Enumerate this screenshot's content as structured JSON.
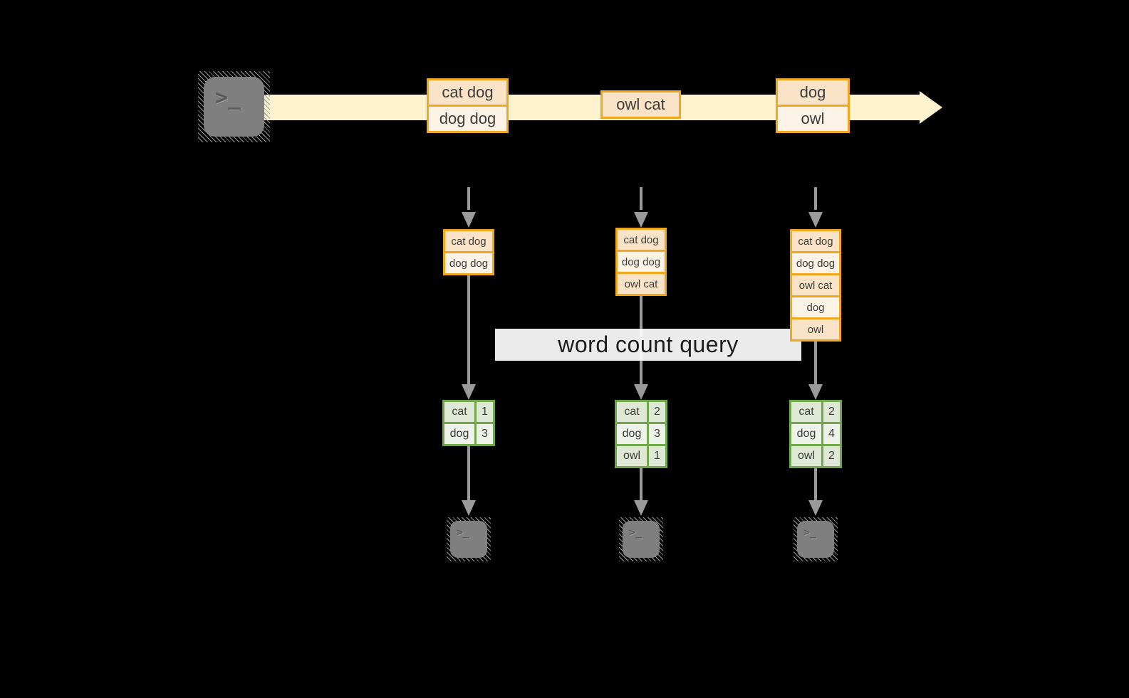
{
  "query": {
    "label": "word count query"
  },
  "stream": {
    "batches": [
      {
        "items": [
          "cat dog",
          "dog dog"
        ]
      },
      {
        "items": [
          "owl cat"
        ]
      },
      {
        "items": [
          "dog",
          "owl"
        ]
      }
    ]
  },
  "states": [
    {
      "rows": [
        "cat dog",
        "dog dog"
      ]
    },
    {
      "rows": [
        "cat dog",
        "dog dog",
        "owl cat"
      ]
    },
    {
      "rows": [
        "cat dog",
        "dog dog",
        "owl cat",
        "dog",
        "owl"
      ]
    }
  ],
  "counts": [
    {
      "rows": [
        {
          "word": "cat",
          "count": "1"
        },
        {
          "word": "dog",
          "count": "3"
        }
      ]
    },
    {
      "rows": [
        {
          "word": "cat",
          "count": "2"
        },
        {
          "word": "dog",
          "count": "3"
        },
        {
          "word": "owl",
          "count": "1"
        }
      ]
    },
    {
      "rows": [
        {
          "word": "cat",
          "count": "2"
        },
        {
          "word": "dog",
          "count": "4"
        },
        {
          "word": "owl",
          "count": "2"
        }
      ]
    }
  ],
  "icons": {
    "terminal_glyph": ">_",
    "source": "terminal-icon",
    "sink": "terminal-icon",
    "stream_arrow": "right-arrow",
    "flow_arrow": "down-arrow"
  },
  "colors": {
    "stream_band": "#FDF1CE",
    "orange_border": "#F1A71E",
    "peach_dark": "#FAE3C6",
    "peach_light": "#FDF3E7",
    "green_border": "#72A84C",
    "green_dark": "#DFE8D5",
    "green_light": "#EEF3EA",
    "arrow_gray": "#9A9A9A",
    "terminal_gray": "#7F7F7F",
    "text_dark": "#3C3C3C",
    "query_text": "#1D1D1D"
  }
}
